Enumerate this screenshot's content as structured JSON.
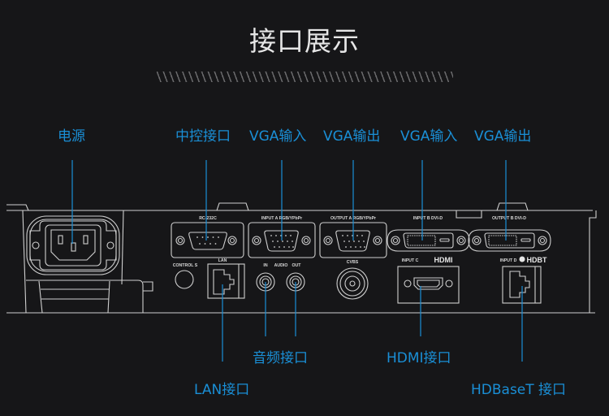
{
  "header": {
    "title": "接口展示"
  },
  "accent_color": "#1a8fd6",
  "top_labels": [
    {
      "id": "power",
      "text": "电源"
    },
    {
      "id": "control",
      "text": "中控接口"
    },
    {
      "id": "vga-in-a",
      "text": "VGA输入"
    },
    {
      "id": "vga-out-a",
      "text": "VGA输出"
    },
    {
      "id": "vga-in-b",
      "text": "VGA输入"
    },
    {
      "id": "vga-out-b",
      "text": "VGA输出"
    }
  ],
  "bottom_labels": [
    {
      "id": "audio",
      "text": "音频接口"
    },
    {
      "id": "hdmi",
      "text": "HDMI接口"
    },
    {
      "id": "lan",
      "text": "LAN接口"
    },
    {
      "id": "hdbaset",
      "text": "HDBaseT 接口"
    }
  ],
  "panel_labels": {
    "rc232c": "RC-232C",
    "input_a": "INPUT A RGB/YPbPr",
    "output_a": "OUTPUT A RGB/YPbPr",
    "input_b": "INPUT B DVI-D",
    "output_b": "OUTPUT B DVI-D",
    "control_s": "CONTROL S",
    "lan": "LAN",
    "audio_in": "IN",
    "audio": "AUDIO",
    "audio_out": "OUT",
    "cvbs": "CVBS",
    "input_c": "INPUT C",
    "hdmi_logo": "HDMI",
    "input_d": "INPUT D",
    "hdbt_logo": "HDBT"
  }
}
